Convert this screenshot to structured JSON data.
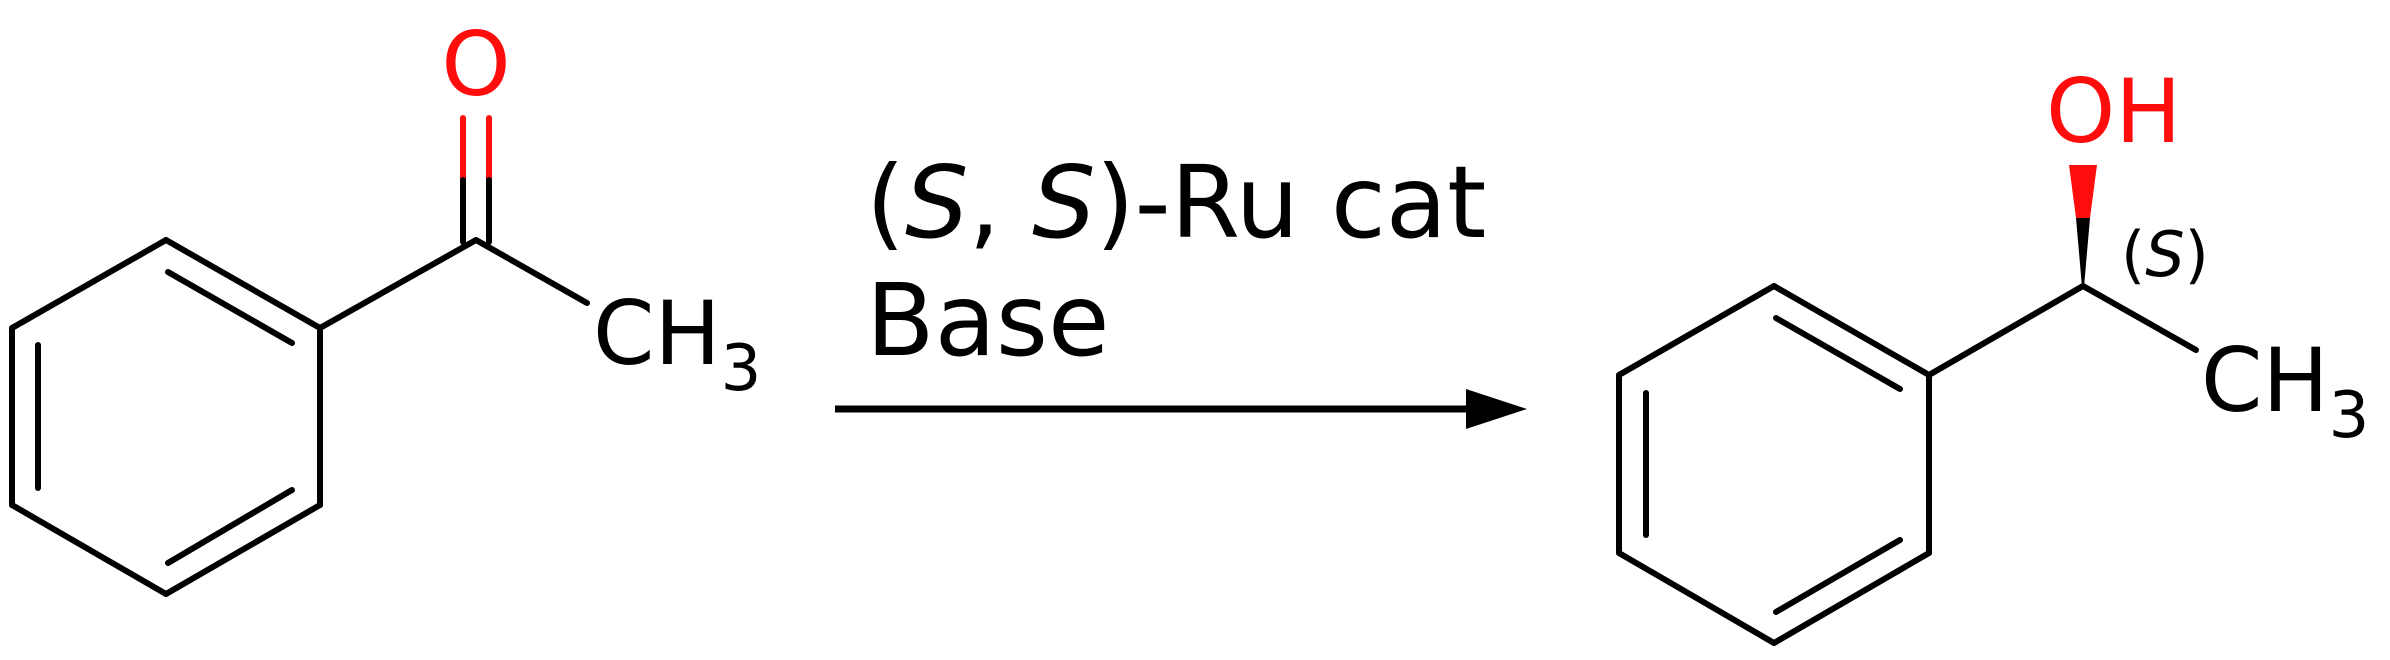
{
  "colors": {
    "bond": "#000000",
    "oxygen": "#ff0d0d",
    "background": "#ffffff"
  },
  "reactant": {
    "oxygen_label": "O",
    "methyl_label": "CH",
    "methyl_subscript": "3"
  },
  "conditions": {
    "line1_open": "(",
    "line1_s1": "S",
    "line1_comma": ", ",
    "line1_s2": "S",
    "line1_rest": ")-Ru cat",
    "line2": "Base"
  },
  "product": {
    "hydroxyl_label": "OH",
    "stereo_open": "(",
    "stereo_letter": "S",
    "stereo_close": ")",
    "methyl_label": "CH",
    "methyl_subscript": "3"
  }
}
